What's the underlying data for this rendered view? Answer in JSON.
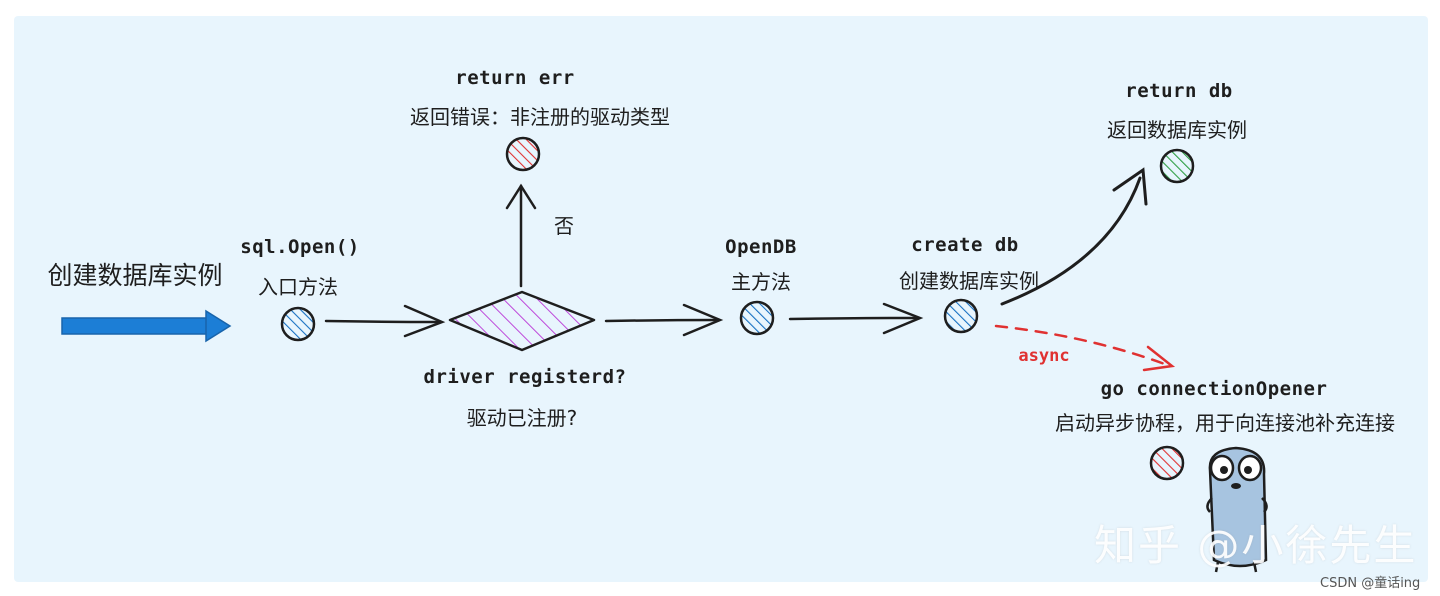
{
  "labels": {
    "entry_title": "创建数据库实例",
    "sql_open_code": "sql.Open()",
    "sql_open_desc": "入口方法",
    "decision_code": "driver registerd?",
    "decision_desc": "驱动已注册?",
    "branch_no": "否",
    "return_err_code": "return err",
    "return_err_desc": "返回错误：非注册的驱动类型",
    "opendb_code": "OpenDB",
    "opendb_desc": "主方法",
    "create_db_code": "create db",
    "create_db_desc": "创建数据库实例",
    "return_db_code": "return db",
    "return_db_desc": "返回数据库实例",
    "async_label": "async",
    "conn_opener_code": "go connectionOpener",
    "conn_opener_desc": "启动异步协程，用于向连接池补充连接"
  },
  "watermark": {
    "zhihu": "知乎 @小徐先生",
    "csdn": "CSDN @童话ing"
  },
  "colors": {
    "background": "#e8f5fd",
    "stroke": "#1e1e1e",
    "blue_node": "#1971c2",
    "red_node": "#e03131",
    "green_node": "#2f9e44",
    "decision_fill": "#be4bdb",
    "entry_arrow": "#1c7ed6",
    "async_arrow": "#e03131"
  },
  "icons": {
    "mascot": "go-gopher-icon"
  }
}
